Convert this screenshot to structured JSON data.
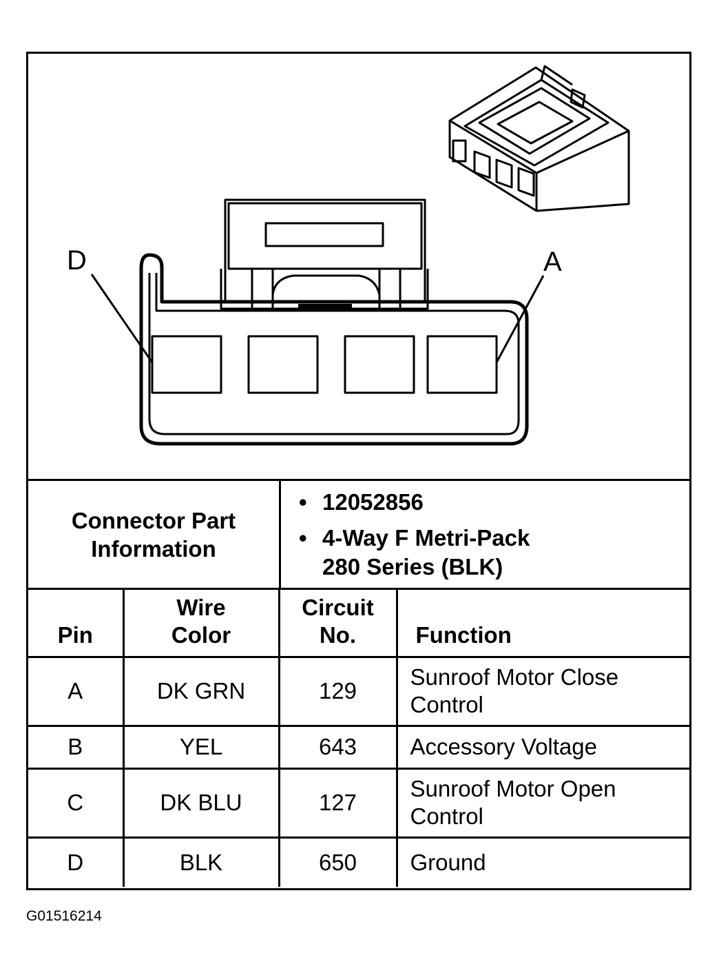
{
  "diagram": {
    "pin_label_left": "D",
    "pin_label_right": "A"
  },
  "connector_info": {
    "label": "Connector Part Information",
    "items": [
      "12052856",
      "4-Way F Metri-Pack",
      "280 Series (BLK)"
    ]
  },
  "table": {
    "headers": {
      "pin": "Pin",
      "wire_color_1": "Wire",
      "wire_color_2": "Color",
      "circuit_1": "Circuit",
      "circuit_2": "No.",
      "function": "Function"
    },
    "rows": [
      {
        "pin": "A",
        "wire_color": "DK GRN",
        "circuit": "129",
        "function_1": "Sunroof Motor Close",
        "function_2": "Control"
      },
      {
        "pin": "B",
        "wire_color": "YEL",
        "circuit": "643",
        "function_1": "Accessory Voltage",
        "function_2": ""
      },
      {
        "pin": "C",
        "wire_color": "DK BLU",
        "circuit": "127",
        "function_1": "Sunroof Motor Open",
        "function_2": "Control"
      },
      {
        "pin": "D",
        "wire_color": "BLK",
        "circuit": "650",
        "function_1": "Ground",
        "function_2": ""
      }
    ]
  },
  "figure_id": "G01516214"
}
